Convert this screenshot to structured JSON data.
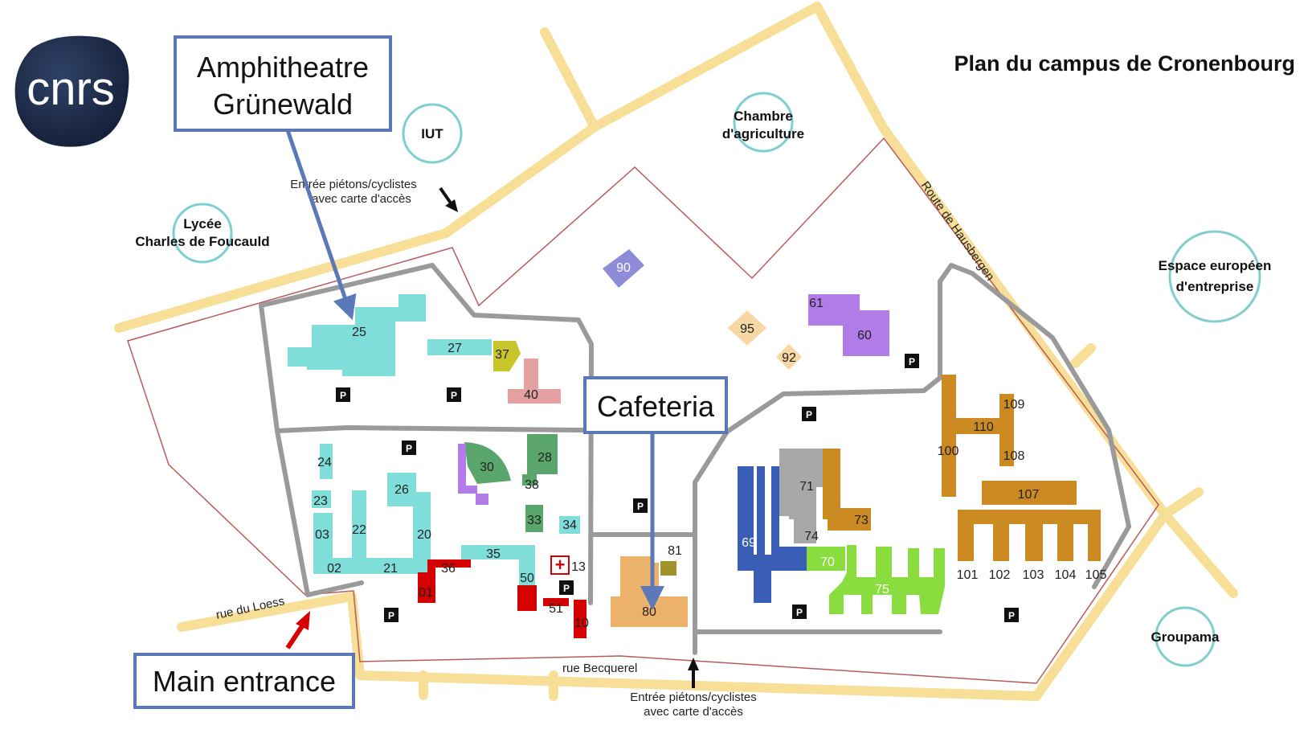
{
  "title": "Plan du campus de Cronenbourg",
  "logo": "cnrs",
  "callouts": {
    "amphitheatre": [
      "Amphitheatre",
      "Grünewald"
    ],
    "cafeteria": "Cafeteria",
    "main_entrance": "Main entrance"
  },
  "places": {
    "iut": [
      "IUT"
    ],
    "chambre": [
      "Chambre",
      "d'agriculture"
    ],
    "lycee": [
      "Lycée",
      "Charles de Foucauld"
    ],
    "espace": [
      "Espace européen",
      "d'entreprise"
    ],
    "groupama": [
      "Groupama"
    ]
  },
  "roads": {
    "hausbergen": "Route de Hausbergen",
    "loess": "rue du Loess",
    "becquerel": "rue Becquerel"
  },
  "access_notes": {
    "north": [
      "Entrée piétons/cyclistes",
      "avec carte d'accès"
    ],
    "south": [
      "Entrée piétons/cyclistes",
      "avec carte d'accès"
    ]
  },
  "parking_label": "P",
  "first_aid_symbol": "+",
  "building_numbers": [
    "25",
    "27",
    "37",
    "40",
    "90",
    "95",
    "92",
    "61",
    "60",
    "24",
    "23",
    "03",
    "22",
    "26",
    "20",
    "02",
    "21",
    "36",
    "01",
    "35",
    "30",
    "28",
    "38",
    "33",
    "34",
    "50",
    "51",
    "13",
    "10",
    "81",
    "80",
    "69",
    "71",
    "73",
    "74",
    "70",
    "75",
    "110",
    "109",
    "100",
    "108",
    "107",
    "101",
    "102",
    "103",
    "104",
    "105"
  ],
  "colors": {
    "cyan": "#7fded9",
    "red": "#d50000",
    "green": "#5aa56b",
    "purple": "#b27ce8",
    "lime": "#8add3e",
    "blue": "#3a5db5",
    "gray": "#a8a8a8",
    "bronze": "#cb8a22",
    "orange_light": "#ecb16a",
    "pink": "#e5a0a2",
    "yellow_green": "#c8c52b",
    "periwinkle": "#8e8bd9",
    "peach": "#f5d8a3",
    "olive": "#a0932b",
    "callout_border": "#5b79b8",
    "road_yellow": "#f7df98",
    "campus_line": "#b85a5a",
    "path_gray": "#9a9a9a",
    "place_circle": "#7fcfcf",
    "logo_navy": "#1b2a48"
  }
}
